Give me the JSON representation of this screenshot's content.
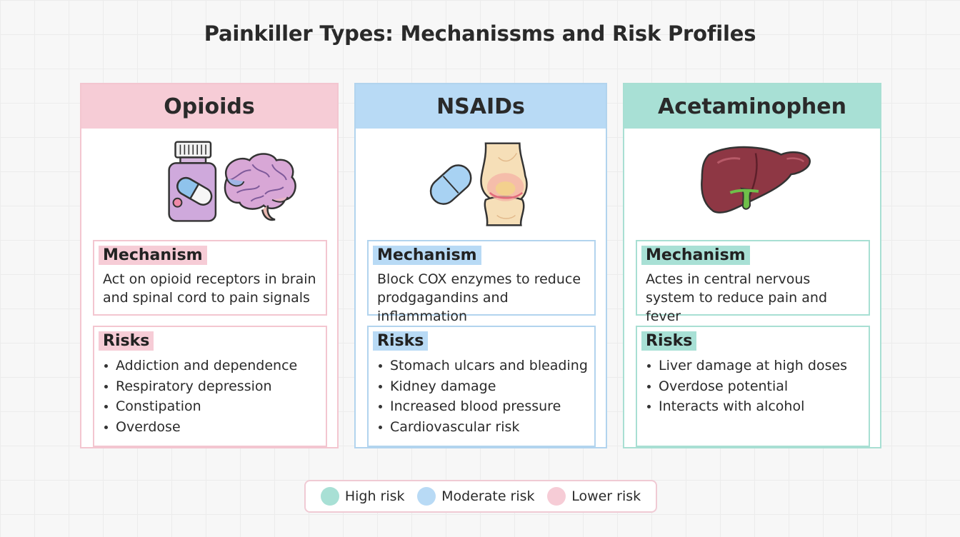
{
  "title": "Painkiller Types: Mechanissms and Risk Profiles",
  "columns": [
    {
      "name": "Opioids",
      "color": "#f0a9ba",
      "head_bg": "#f6ccd6",
      "border": "#f3c6d0",
      "mechanism_label": "Mechanism",
      "mechanism_text": "Act on opioid receptors in brain and spinal cord to pain signals",
      "risks_label": "Risks",
      "risks": [
        "Addiction and dependence",
        "Respiratory depression",
        "Constipation",
        "Overdose"
      ]
    },
    {
      "name": "NSAIDs",
      "color": "#9fcbef",
      "head_bg": "#b8daf5",
      "border": "#b2d4ee",
      "mechanism_label": "Mechanism",
      "mechanism_text": "Block COX enzymes to reduce prodgagandins and inflammation",
      "risks_label": "Risks",
      "risks": [
        "Stomach ulcars and bleading",
        "Kidney damage",
        "Increased blood pressure",
        "Cardiovascular risk"
      ]
    },
    {
      "name": "Acetaminophen",
      "color": "#8fd6c8",
      "head_bg": "#a8e0d5",
      "border": "#a8dfd3",
      "mechanism_label": "Mechanism",
      "mechanism_text": "Actes in central nervous system to reduce pain and fever",
      "risks_label": "Risks",
      "risks": [
        "Liver damage at high doses",
        "Overdose potential",
        "Interacts with alcohol"
      ]
    }
  ],
  "legend": [
    {
      "label": "High risk",
      "color": "#a8e0d5"
    },
    {
      "label": "Moderate risk",
      "color": "#b8daf5"
    },
    {
      "label": "Lower risk",
      "color": "#f6ccd6"
    }
  ]
}
